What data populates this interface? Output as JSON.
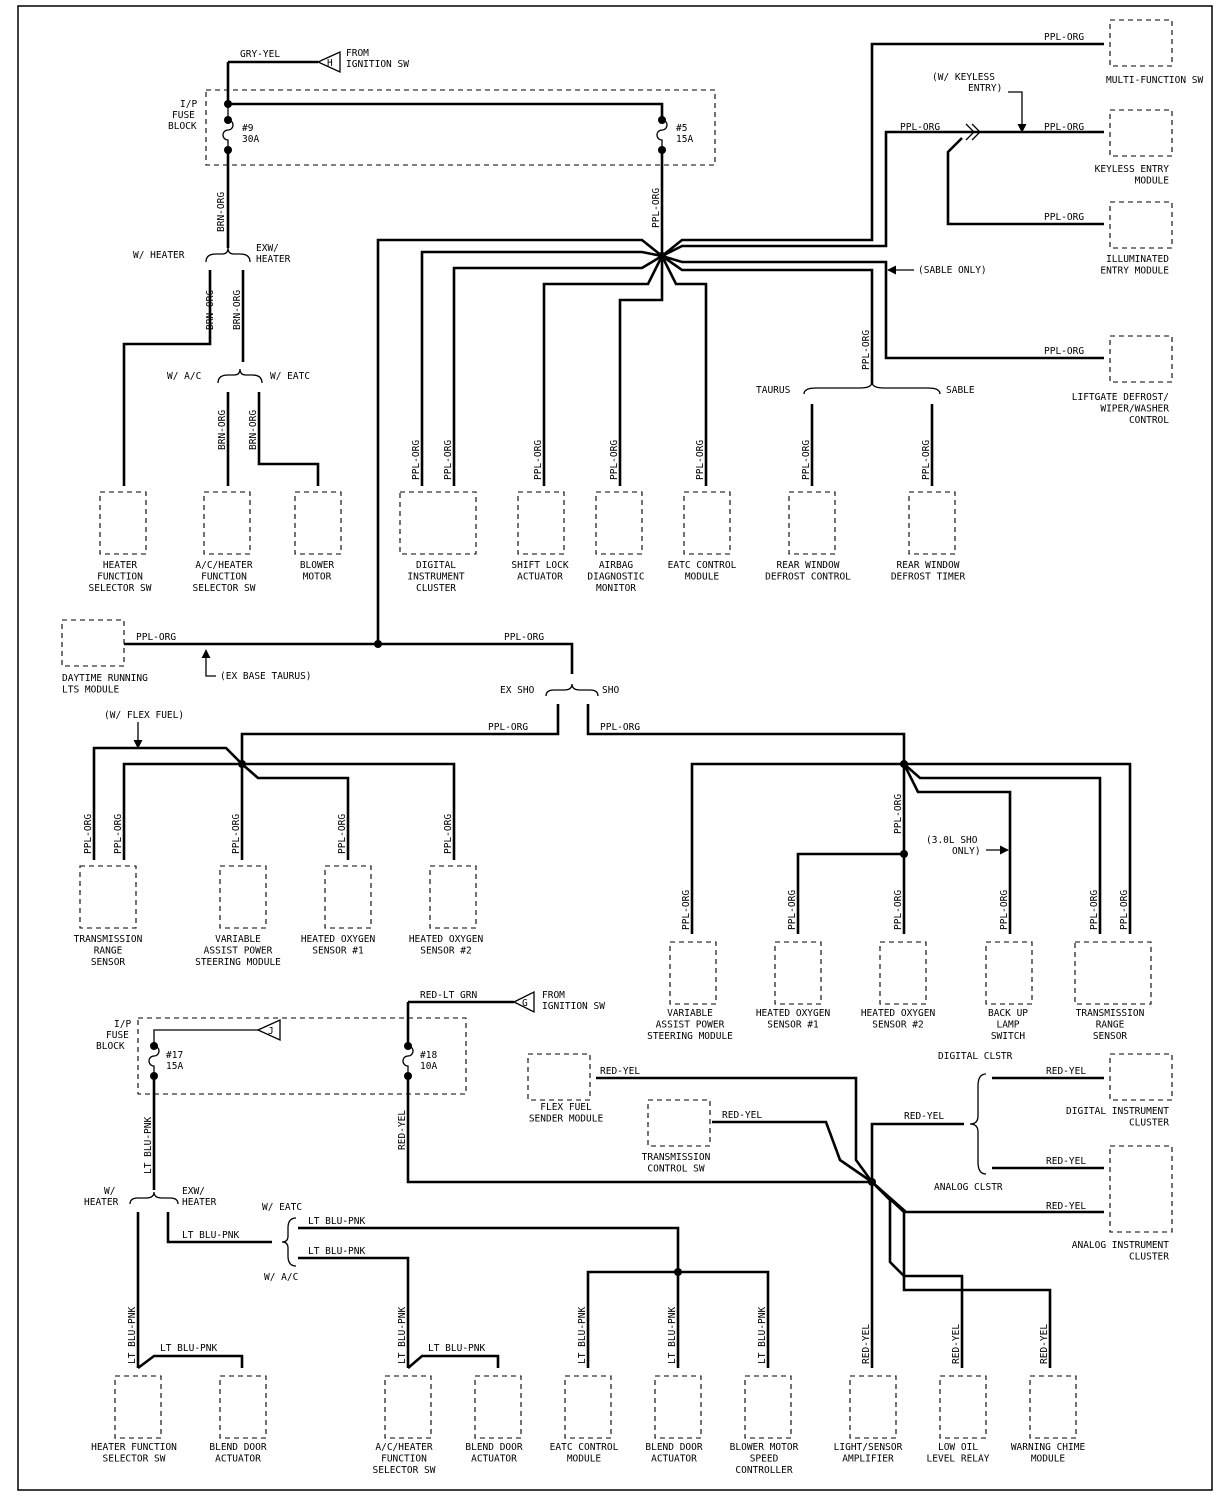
{
  "upper": {
    "from_ignition": "FROM\nIGNITION SW",
    "conn_h": "H",
    "wire_gry_yel": "GRY-YEL",
    "fuse_block": "I/P\nFUSE\nBLOCK",
    "fuse9": "#9\n30A",
    "fuse5": "#5\n15A",
    "brn_org": "BRN-ORG",
    "ppl_org": "PPL-ORG",
    "w_heater": "W/ HEATER",
    "exw_heater": "EXW/\nHEATER",
    "w_ac": "W/ A/C",
    "w_eatc": "W/ EATC",
    "w_keyless": "(W/ KEYLESS\nENTRY)",
    "sable_only": "(SABLE ONLY)",
    "taurus": "TAURUS",
    "sable": "SABLE",
    "ex_base_taurus": "(EX BASE TAURUS)",
    "ex_sho": "EX SHO",
    "sho": "SHO",
    "w_flex_fuel": "(W/ FLEX FUEL)",
    "sho_only": "(3.0L SHO\nONLY)"
  },
  "components_upper": {
    "multi_function_sw": "MULTI-FUNCTION SW",
    "keyless_entry": "KEYLESS ENTRY\nMODULE",
    "illuminated_entry": "ILLUMINATED\nENTRY MODULE",
    "liftgate": "LIFTGATE DEFROST/\nWIPER/WASHER\nCONTROL",
    "heater_func_sel": "HEATER\nFUNCTION\nSELECTOR SW",
    "ac_heater_func_sel": "A/C/HEATER\nFUNCTION\nSELECTOR SW",
    "blower_motor": "BLOWER\nMOTOR",
    "digital_ic": "DIGITAL\nINSTRUMENT\nCLUSTER",
    "shift_lock": "SHIFT LOCK\nACTUATOR",
    "airbag": "AIRBAG\nDIAGNOSTIC\nMONITOR",
    "eatc_module": "EATC CONTROL\nMODULE",
    "rear_window_ctrl": "REAR WINDOW\nDEFROST CONTROL",
    "rear_window_timer": "REAR WINDOW\nDEFROST TIMER",
    "drl_module": "DAYTIME RUNNING\nLTS MODULE",
    "trans_range_1": "TRANSMISSION\nRANGE\nSENSOR",
    "vaps_1": "VARIABLE\nASSIST POWER\nSTEERING MODULE",
    "hos1_1": "HEATED OXYGEN\nSENSOR #1",
    "hos2_1": "HEATED OXYGEN\nSENSOR #2",
    "vaps_2": "VARIABLE\nASSIST POWER\nSTEERING MODULE",
    "hos1_2": "HEATED OXYGEN\nSENSOR #1",
    "hos2_2": "HEATED OXYGEN\nSENSOR #2",
    "backup_lamp": "BACK UP\nLAMP\nSWITCH",
    "trans_range_2": "TRANSMISSION\nRANGE\nSENSOR"
  },
  "lower": {
    "from_ignition": "FROM\nIGNITION SW",
    "conn_g": "G",
    "conn_j": "J",
    "wire_red_lt_grn": "RED-LT GRN",
    "fuse_block": "I/P\nFUSE\nBLOCK",
    "fuse17": "#17\n15A",
    "fuse18": "#18\n10A",
    "lt_blu_pnk": "LT BLU-PNK",
    "red_yel": "RED-YEL",
    "w_heater": "W/\nHEATER",
    "exw_heater": "EXW/\nHEATER",
    "w_eatc": "W/ EATC",
    "w_ac": "W/ A/C",
    "digital_clstr": "DIGITAL CLSTR",
    "analog_clstr": "ANALOG CLSTR"
  },
  "components_lower": {
    "flex_fuel": "FLEX FUEL\nSENDER MODULE",
    "trans_ctrl_sw": "TRANSMISSION\nCONTROL SW",
    "digital_ic": "DIGITAL INSTRUMENT\nCLUSTER",
    "analog_ic": "ANALOG INSTRUMENT\nCLUSTER",
    "heater_func_sel": "HEATER FUNCTION\nSELECTOR SW",
    "blend_door_1": "BLEND DOOR\nACTUATOR",
    "ac_heater_func_sel": "A/C/HEATER\nFUNCTION\nSELECTOR SW",
    "blend_door_2": "BLEND DOOR\nACTUATOR",
    "eatc_module": "EATC CONTROL\nMODULE",
    "blend_door_3": "BLEND DOOR\nACTUATOR",
    "blower_speed": "BLOWER MOTOR\nSPEED\nCONTROLLER",
    "light_sensor": "LIGHT/SENSOR\nAMPLIFIER",
    "low_oil": "LOW OIL\nLEVEL RELAY",
    "chime": "WARNING CHIME\nMODULE"
  }
}
